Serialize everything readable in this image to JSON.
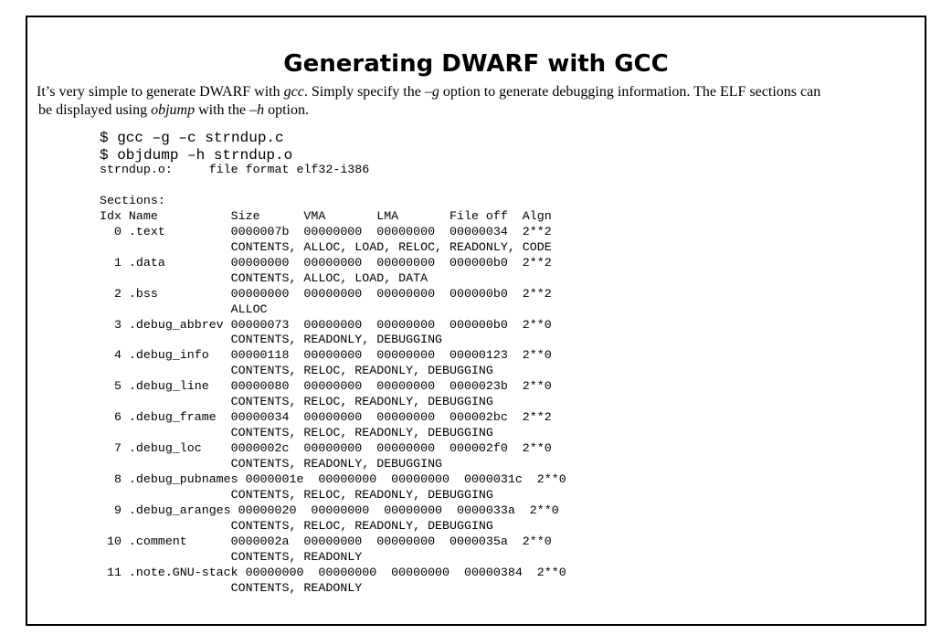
{
  "document": {
    "title": "Generating DWARF with GCC",
    "paragraph": {
      "p1": "It’s very simple to generate DWARF with ",
      "gcc": "gcc",
      "p2": ".  Simply specify the ",
      "g_opt": "–g",
      "p3": " option to generate debugging information.  The ELF sections can",
      "p4": "be displayed using ",
      "objump": "objump",
      "p5": " with the ",
      "h_opt": "–h",
      "p6": " option."
    },
    "commands": [
      "$ gcc –g –c strndup.c",
      "$ objdump –h strndup.o"
    ],
    "output_lines": [
      "strndup.o:     file format elf32-i386",
      "",
      "Sections:",
      "Idx Name          Size      VMA       LMA       File off  Algn",
      "  0 .text         0000007b  00000000  00000000  00000034  2**2",
      "                  CONTENTS, ALLOC, LOAD, RELOC, READONLY, CODE",
      "  1 .data         00000000  00000000  00000000  000000b0  2**2",
      "                  CONTENTS, ALLOC, LOAD, DATA",
      "  2 .bss          00000000  00000000  00000000  000000b0  2**2",
      "                  ALLOC",
      "  3 .debug_abbrev 00000073  00000000  00000000  000000b0  2**0",
      "                  CONTENTS, READONLY, DEBUGGING",
      "  4 .debug_info   00000118  00000000  00000000  00000123  2**0",
      "                  CONTENTS, RELOC, READONLY, DEBUGGING",
      "  5 .debug_line   00000080  00000000  00000000  0000023b  2**0",
      "                  CONTENTS, RELOC, READONLY, DEBUGGING",
      "  6 .debug_frame  00000034  00000000  00000000  000002bc  2**2",
      "                  CONTENTS, RELOC, READONLY, DEBUGGING",
      "  7 .debug_loc    0000002c  00000000  00000000  000002f0  2**0",
      "                  CONTENTS, READONLY, DEBUGGING",
      "  8 .debug_pubnames 0000001e  00000000  00000000  0000031c  2**0",
      "                  CONTENTS, RELOC, READONLY, DEBUGGING",
      "  9 .debug_aranges 00000020  00000000  00000000  0000033a  2**0",
      "                  CONTENTS, RELOC, READONLY, DEBUGGING",
      " 10 .comment      0000002a  00000000  00000000  0000035a  2**0",
      "                  CONTENTS, READONLY",
      " 11 .note.GNU-stack 00000000  00000000  00000000  00000384  2**0",
      "                  CONTENTS, READONLY"
    ]
  }
}
